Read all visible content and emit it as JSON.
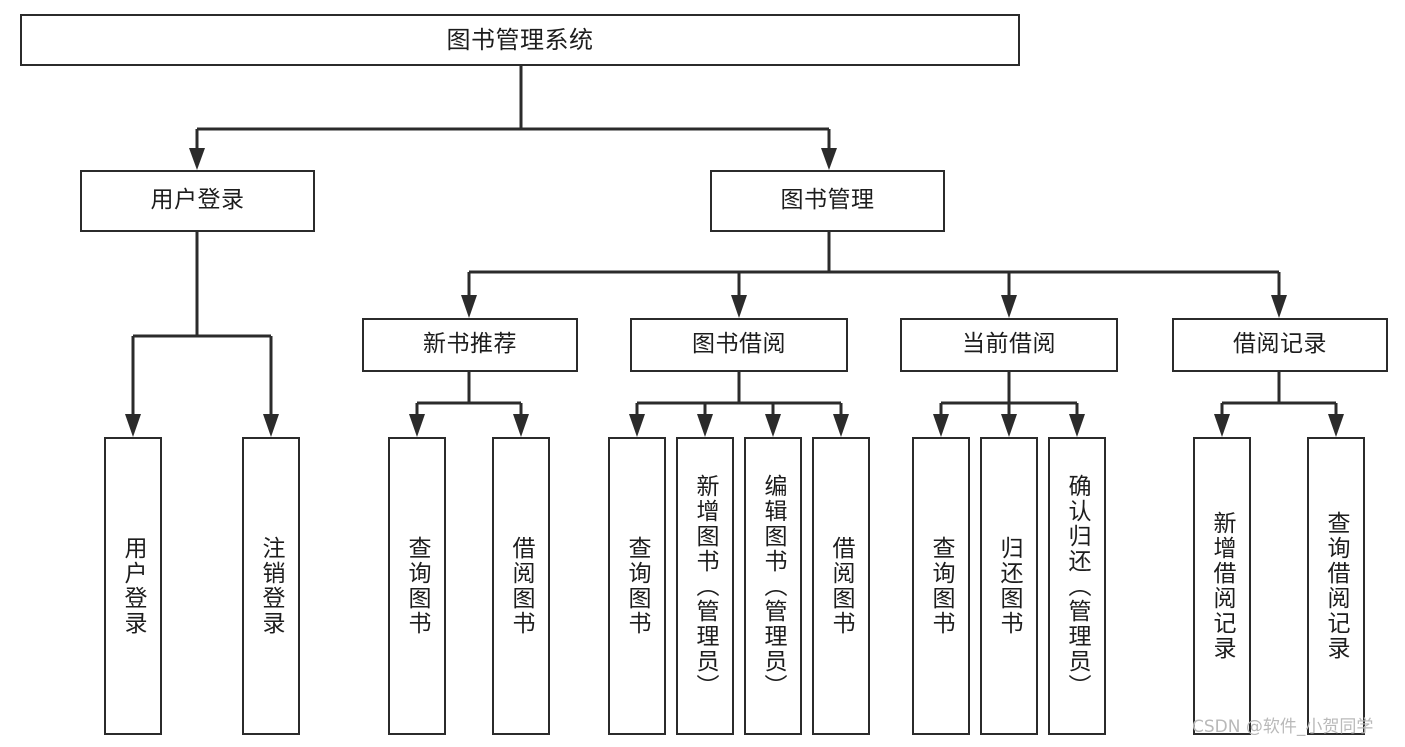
{
  "diagram": {
    "title": "图书管理系统",
    "type": "hierarchy-tree",
    "root": {
      "id": "root",
      "label": "图书管理系统",
      "orientation": "horizontal"
    },
    "level2": [
      {
        "id": "user-login",
        "label": "用户登录",
        "orientation": "horizontal"
      },
      {
        "id": "book-management",
        "label": "图书管理",
        "orientation": "horizontal"
      }
    ],
    "level3": [
      {
        "id": "new-book-recommend",
        "label": "新书推荐",
        "orientation": "horizontal",
        "parent": "book-management"
      },
      {
        "id": "book-borrow",
        "label": "图书借阅",
        "orientation": "horizontal",
        "parent": "book-management"
      },
      {
        "id": "current-borrow",
        "label": "当前借阅",
        "orientation": "horizontal",
        "parent": "book-management"
      },
      {
        "id": "borrow-record",
        "label": "借阅记录",
        "orientation": "horizontal",
        "parent": "book-management"
      }
    ],
    "leaves": [
      {
        "id": "leaf-user-login",
        "label": "用户登录",
        "orientation": "vertical",
        "parent": "user-login"
      },
      {
        "id": "leaf-user-logout",
        "label": "注销登录",
        "orientation": "vertical",
        "parent": "user-login"
      },
      {
        "id": "leaf-query-book-1",
        "label": "查询图书",
        "orientation": "vertical",
        "parent": "new-book-recommend"
      },
      {
        "id": "leaf-borrow-book-1",
        "label": "借阅图书",
        "orientation": "vertical",
        "parent": "new-book-recommend"
      },
      {
        "id": "leaf-query-book-2",
        "label": "查询图书",
        "orientation": "vertical",
        "parent": "book-borrow"
      },
      {
        "id": "leaf-add-book",
        "label": "新增图书（管理员）",
        "orientation": "vertical",
        "parent": "book-borrow"
      },
      {
        "id": "leaf-edit-book",
        "label": "编辑图书（管理员）",
        "orientation": "vertical",
        "parent": "book-borrow"
      },
      {
        "id": "leaf-borrow-book-2",
        "label": "借阅图书",
        "orientation": "vertical",
        "parent": "book-borrow"
      },
      {
        "id": "leaf-query-book-3",
        "label": "查询图书",
        "orientation": "vertical",
        "parent": "current-borrow"
      },
      {
        "id": "leaf-return-book",
        "label": "归还图书",
        "orientation": "vertical",
        "parent": "current-borrow"
      },
      {
        "id": "leaf-confirm-return",
        "label": "确认归还（管理员）",
        "orientation": "vertical",
        "parent": "current-borrow"
      },
      {
        "id": "leaf-add-record",
        "label": "新增借阅记录",
        "orientation": "vertical",
        "parent": "borrow-record"
      },
      {
        "id": "leaf-query-record",
        "label": "查询借阅记录",
        "orientation": "vertical",
        "parent": "borrow-record"
      }
    ]
  },
  "watermark": {
    "text": "CSDN @软件_小贺同学"
  },
  "colors": {
    "stroke": "#2b2b2b",
    "text": "#1d1d1d",
    "background": "#ffffff",
    "watermark": "#b9b9b9"
  }
}
